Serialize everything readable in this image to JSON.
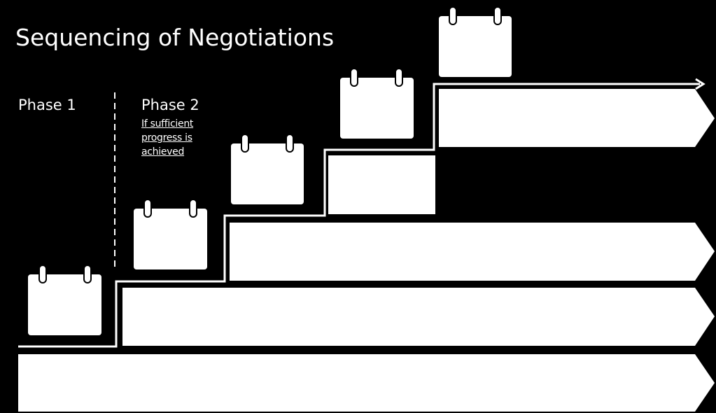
{
  "title": "Sequencing of Negotiations",
  "phases": [
    {
      "label": "Phase 1"
    },
    {
      "label": "Phase 2",
      "condition": [
        "If sufficient",
        "progress is",
        "achieved"
      ]
    }
  ],
  "colors": {
    "background": "#000000",
    "shapes": "#ffffff"
  },
  "icons": [
    "calendar-icon",
    "calendar-icon",
    "calendar-icon",
    "calendar-icon",
    "calendar-icon",
    "arrow-right-icon"
  ]
}
